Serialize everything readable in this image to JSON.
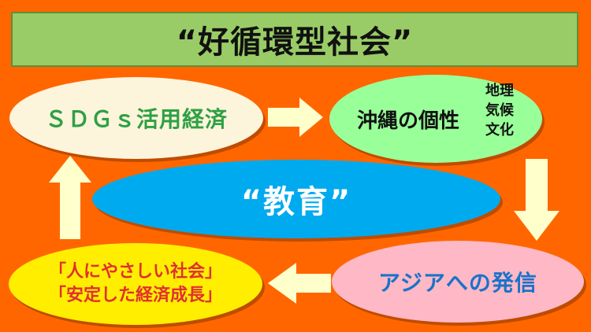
{
  "title": "“好循環型社会”",
  "nodes": {
    "sdgs": "ＳＤＧｓ活用経済",
    "okinawa": "沖縄の個性",
    "okinawa_attributes": [
      "地理",
      "気候",
      "文化"
    ],
    "education": "“教育”",
    "asia": "アジアへの発信",
    "society_line1": "「人にやさしい社会」",
    "society_line2": "「安定した経済成長」"
  },
  "colors": {
    "background": "#ff6600",
    "title_bar": "#99cc66",
    "sdgs_fill": "#fdf4dc",
    "sdgs_text": "#2ea043",
    "okinawa_fill": "#99ff99",
    "education_fill": "#00aaee",
    "society_fill": "#ffee00",
    "society_text": "#e03030",
    "asia_fill": "#ffb8c6",
    "asia_text": "#1a73c9",
    "arrow_fill": "#ffffcc"
  },
  "edges": [
    {
      "from": "sdgs",
      "to": "okinawa",
      "direction": "right"
    },
    {
      "from": "okinawa",
      "to": "asia",
      "direction": "down"
    },
    {
      "from": "asia",
      "to": "society",
      "direction": "left"
    },
    {
      "from": "society",
      "to": "sdgs",
      "direction": "up"
    }
  ]
}
